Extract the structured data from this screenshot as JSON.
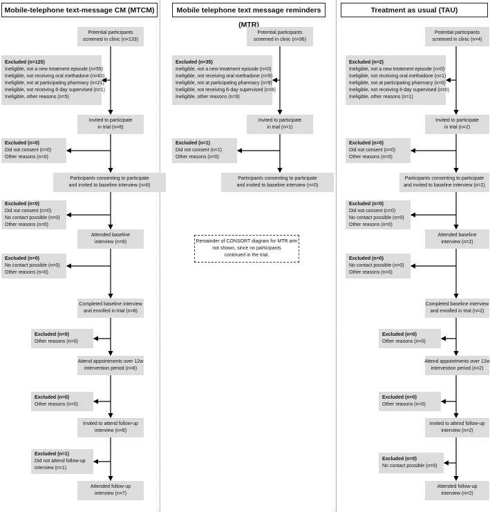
{
  "columns": [
    {
      "title": "Mobile-telephone text-message CM (MTCM)",
      "boxes": [
        {
          "id": "screen",
          "lines": [
            "Potential participants",
            "screened in clinic (n=133)"
          ]
        },
        {
          "id": "excl1",
          "lines": [
            "Excluded (n=125)",
            "Ineligible, not a new treatment episode (n=55)",
            "Ineligible, not receiving oral methadone (n=43)",
            "Ineligible, not at participating pharmacy (n=21)",
            "Ineligible, not receiving 6-day supervised (n=1)",
            "Ineligible, other reasons (n=5)"
          ]
        },
        {
          "id": "invite",
          "lines": [
            "Invited to participate",
            "in trial (n=8)"
          ]
        },
        {
          "id": "excl2",
          "lines": [
            "Excluded (n=0)",
            "Did not consent (n=0)",
            "Other reasons (n=0)"
          ]
        },
        {
          "id": "consent",
          "lines": [
            "Participants consenting to participate",
            "and invited to baseline interview (n=8)"
          ]
        },
        {
          "id": "excl3",
          "lines": [
            "Excluded (n=0)",
            "Did not consent (n=0)",
            "No contact possible (n=0)",
            "Other reasons (n=0)"
          ]
        },
        {
          "id": "baseline",
          "lines": [
            "Attended baseline",
            "interview (n=8)"
          ]
        },
        {
          "id": "excl4",
          "lines": [
            "Excluded (n=0)",
            "No contact possible (n=0)",
            "Other reasons (n=0)"
          ]
        },
        {
          "id": "enrolled",
          "lines": [
            "Completed baseline interview",
            "and enrolled in trial (n=8)"
          ]
        },
        {
          "id": "excl5",
          "lines": [
            "Excluded (n=0)",
            "Other reasons (n=0)"
          ]
        },
        {
          "id": "appts",
          "lines": [
            "Attend appointments over 12w",
            "intervention period (n=8)"
          ]
        },
        {
          "id": "excl6",
          "lines": [
            "Excluded (n=0)",
            "Other reasons (n=0)"
          ]
        },
        {
          "id": "followinv",
          "lines": [
            "Invited to attend follow-up",
            "interview (n=8)"
          ]
        },
        {
          "id": "excl7",
          "lines": [
            "Excluded (n=1)",
            "Did not attend follow-up",
            "interview (n=1)"
          ]
        },
        {
          "id": "followup",
          "lines": [
            "Attended follow-up",
            "interview (n=7)"
          ]
        }
      ]
    },
    {
      "title": "Mobile telephone text message reminders (MTR)",
      "boxes": [
        {
          "id": "screen",
          "lines": [
            "Potential participants",
            "screened in clinic (n=36)"
          ]
        },
        {
          "id": "excl1",
          "lines": [
            "Excluded (n=35)",
            "Ineligible, not a new treatment episode (n=0)",
            "Ineligible, not receiving oral methadone (n=9)",
            "Ineligible, not at participating pharmacy (n=9)",
            "Ineligible, not receiving 6-day supervised (n=8)",
            "Ineligible, other reasons (n=9)"
          ]
        },
        {
          "id": "invite",
          "lines": [
            "Invited to participate",
            "in trial (n=1)"
          ]
        },
        {
          "id": "excl2",
          "lines": [
            "Excluded (n=1)",
            "Did not consent (n=1)",
            "Other reasons (n=0)"
          ]
        },
        {
          "id": "consent",
          "lines": [
            "Participants consenting to participate",
            "and invited to baseline interview (n=0)"
          ]
        }
      ],
      "note": [
        "Remainder of CONSORT diagram for MTR arm",
        "not shown, since no participants",
        "continued in the trial."
      ]
    },
    {
      "title": "Treatment as usual (TAU)",
      "boxes": [
        {
          "id": "screen",
          "lines": [
            "Potential participants",
            "screened in clinic (n=4)"
          ]
        },
        {
          "id": "excl1",
          "lines": [
            "Excluded (n=2)",
            "Ineligible, not a new treatment episode (n=0)",
            "Ineligible, not receiving oral methadone (n=1)",
            "Ineligible, not at participating pharmacy (n=0)",
            "Ineligible, not receiving 6-day supervised (n=0)",
            "Ineligible, other reasons (n=1)"
          ]
        },
        {
          "id": "invite",
          "lines": [
            "Invited to participate",
            "in trial (n=2)"
          ]
        },
        {
          "id": "excl2",
          "lines": [
            "Excluded (n=0)",
            "Did not consent (n=0)",
            "Other reasons (n=0)"
          ]
        },
        {
          "id": "consent",
          "lines": [
            "Participants consenting to participate",
            "and invited to baseline interview (n=2)"
          ]
        },
        {
          "id": "excl3",
          "lines": [
            "Excluded (n=0)",
            "Did not consent (n=0)",
            "No contact possible (n=0)",
            "Other reasons (n=0)"
          ]
        },
        {
          "id": "baseline",
          "lines": [
            "Attended baseline",
            "interview (n=2)"
          ]
        },
        {
          "id": "excl4",
          "lines": [
            "Excluded (n=0)",
            "No contact possible (n=0)",
            "Other reasons (n=0)"
          ]
        },
        {
          "id": "enrolled",
          "lines": [
            "Completed baseline interview",
            "and enrolled in trial (n=2)"
          ]
        },
        {
          "id": "excl5",
          "lines": [
            "Excluded (n=0)",
            "Other reasons (n=0)"
          ]
        },
        {
          "id": "appts",
          "lines": [
            "Attend appointments over 12w",
            "intervention period (n=2)"
          ]
        },
        {
          "id": "excl6",
          "lines": [
            "Excluded (n=0)",
            "Other reasons (n=0)"
          ]
        },
        {
          "id": "followinv",
          "lines": [
            "Invited to attend follow-up",
            "interview (n=2)"
          ]
        },
        {
          "id": "excl7",
          "lines": [
            "Excluded (n=0)",
            "No contact possible (n=0)"
          ]
        },
        {
          "id": "followup",
          "lines": [
            "Attended follow-up",
            "interview (n=2)"
          ]
        }
      ]
    }
  ]
}
